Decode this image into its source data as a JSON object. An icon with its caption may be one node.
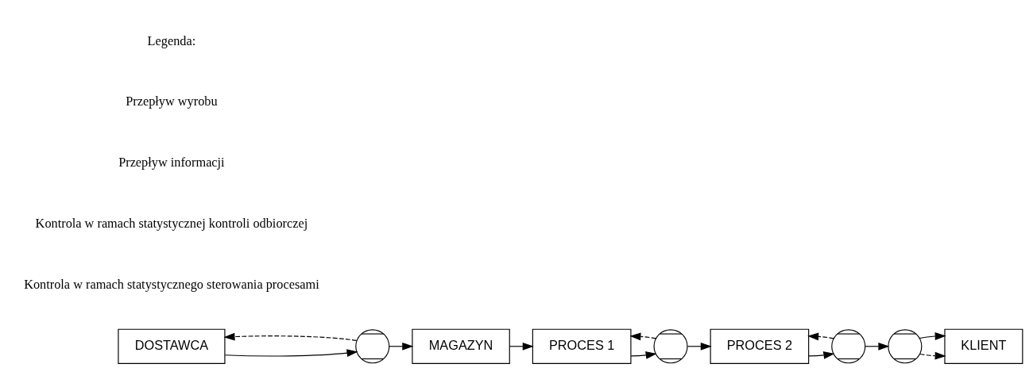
{
  "diagram": {
    "nodes": [
      {
        "text": [
          "DOSTAWCA"
        ]
      },
      {
        "text": [],
        "shape": "circle"
      },
      {
        "text": [
          "MAGAZYN"
        ]
      },
      {
        "text": [
          "PROCES 1"
        ]
      },
      {
        "text": [],
        "shape": "circle"
      },
      {
        "text": [
          "PROCES 2"
        ]
      },
      {
        "text": [],
        "shape": "circle"
      },
      {
        "text": [],
        "shape": "circle"
      },
      {
        "text": [
          "KLIENT"
        ]
      }
    ],
    "edges": [
      {
        "from": 0,
        "to": 1,
        "arrow": "to"
      },
      {
        "from": 1,
        "to": 0,
        "arrow": "to",
        "style": "dashed"
      },
      {
        "from": 1,
        "to": 2,
        "arrow": "to"
      },
      {
        "from": 2,
        "to": 3,
        "arrow": "to"
      },
      {
        "from": 3,
        "to": 4,
        "arrow": "to"
      },
      {
        "from": 4,
        "to": 3,
        "arrow": "to",
        "style": "dashed"
      },
      {
        "from": 4,
        "to": 5,
        "arrow": "to"
      },
      {
        "from": 5,
        "to": 6,
        "arrow": "to"
      },
      {
        "from": 6,
        "to": 5,
        "arrow": "to",
        "style": "dashed"
      },
      {
        "from": 6,
        "to": 7,
        "arrow": "to"
      },
      {
        "from": 7,
        "to": 8,
        "arrow": "to",
        "style": "dashed"
      },
      {
        "from": 7,
        "to": 8,
        "arrow": "to"
      }
    ],
    "labels": [
      "Legenda:"
    ],
    "legend": [
      {
        "text": "Przepływ wyrobu"
      },
      {
        "text": "Przepływ informacji"
      },
      {
        "text": "Kontrola w ramach statystycznej kontroli odbiorczej"
      },
      {
        "text": "Kontrola w ramach statystycznego sterowania procesami"
      }
    ]
  }
}
